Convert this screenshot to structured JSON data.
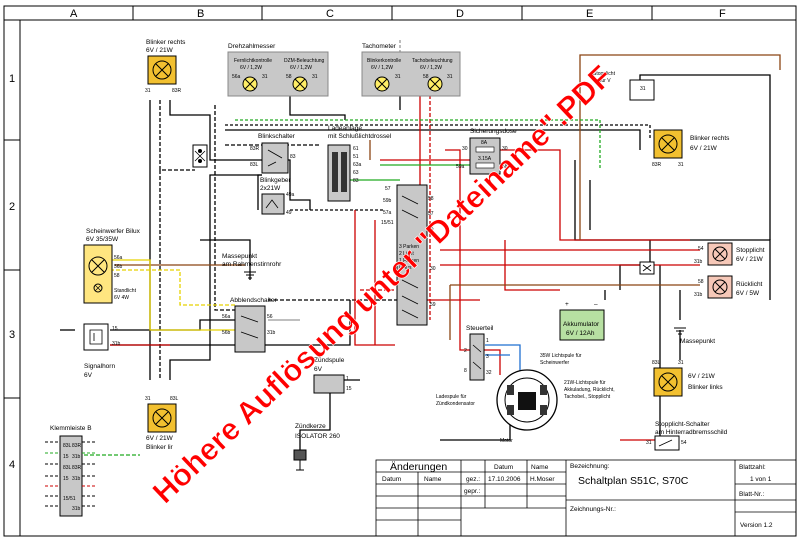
{
  "frame": {
    "columns": [
      "A",
      "B",
      "C",
      "D",
      "E",
      "F"
    ],
    "rows": [
      "1",
      "2",
      "3",
      "4"
    ]
  },
  "components": {
    "blinker_rechts_front": {
      "title": "Blinker rechts",
      "rating": "6V / 21W",
      "pins": [
        "31",
        "83R"
      ]
    },
    "drehzahlmesser": {
      "title": "Drehzahlmesser",
      "lamp1": "Fernlichtkontrolle",
      "lamp1_rating": "6V / 1,2W",
      "lamp2": "DZM-Beleuchtung",
      "lamp2_rating": "6V / 1,2W",
      "pins": [
        "56a",
        "31",
        "58",
        "31"
      ]
    },
    "tachometer": {
      "title": "Tachometer",
      "lamp1": "Blinkerkontrolle",
      "lamp1_rating": "6V / 1,2W",
      "lamp2": "Tachobeleuchtung",
      "lamp2_rating": "6V / 1,2W",
      "pins": [
        "31",
        "58",
        "31"
      ]
    },
    "stopplicht_vorn": {
      "title": "Stopplicht",
      "sub": "für V",
      "pin": "31"
    },
    "blinkschalter": {
      "title": "Blinkschalter",
      "pins": [
        "83R",
        "83",
        "83L"
      ]
    },
    "blinkgeber": {
      "title": "Blinkgeber",
      "rating": "2x21W",
      "pins": [
        "49a",
        "49"
      ]
    },
    "ladeanlage": {
      "title": "Ladeanlage",
      "sub": "mit Schlußlichtdrossel",
      "pins": [
        "61",
        "51",
        "63a",
        "63",
        "83"
      ]
    },
    "sicherungsdose": {
      "title": "Sicherungsdose",
      "fuse1": "8A",
      "fuse2": "3.15A",
      "pins": [
        "30",
        "30",
        "59a",
        "58"
      ]
    },
    "zuendschloss": {
      "pins": [
        "57",
        "59b",
        "57a",
        "15/51",
        "3 Parken",
        "2 Licht",
        "1 Fahren",
        "0 Aus",
        "30",
        "59",
        "58",
        "57",
        "15"
      ]
    },
    "blinker_rechts_rear": {
      "title": "Blinker rechts",
      "rating": "6V / 21W",
      "pins": [
        "83R",
        "31"
      ]
    },
    "scheinwerfer": {
      "title": "Scheinwerfer Bilux",
      "rating": "6V 35/35W",
      "standlicht": "Standlicht",
      "standlicht_rating": "6V 4W",
      "pins": [
        "56a",
        "56b",
        "58"
      ]
    },
    "massepunkt_rahmen": {
      "title": "Massepunkt",
      "sub": "am Rahmenstirnrohr"
    },
    "stopplicht": {
      "title": "Stopplicht",
      "rating": "6V / 21W",
      "pins": [
        "54",
        "31b"
      ]
    },
    "ruecklicht": {
      "title": "Rücklicht",
      "rating": "6V / 5W",
      "pins": [
        "58",
        "31b"
      ]
    },
    "abblendschalter": {
      "title": "Abblendschalter",
      "pins": [
        "56a",
        "56",
        "56b",
        "31b"
      ]
    },
    "akkumulator": {
      "title": "Akkumulator",
      "rating": "6V / 12Ah",
      "plus": "+",
      "minus": "–"
    },
    "massepunkt": {
      "title": "Massepunkt"
    },
    "signalhorn": {
      "title": "Signalhorn",
      "rating": "6V",
      "pins": [
        "15",
        "31b"
      ]
    },
    "steuerteil": {
      "title": "Steuerteil",
      "pins": [
        "1",
        "2",
        "3",
        "8",
        "32"
      ]
    },
    "lichtspule": {
      "title": "35W Lichtspule für",
      "sub": "Scheinwerfer"
    },
    "ladespule": {
      "title": "21W-Lichtspule für",
      "sub": "Akkuladung, Rücklicht,",
      "sub2": "Tachobel., Stopplicht"
    },
    "zuendspule": {
      "title": "Zündspule",
      "rating": "6V",
      "pins": [
        "1",
        "15"
      ]
    },
    "ladespule_kond": {
      "title": "Ladespule für",
      "sub": "Zündkondensator"
    },
    "motor": {
      "title": "Motor"
    },
    "blinker_links_rear": {
      "title": "Blinker links",
      "rating": "6V / 21W",
      "pins": [
        "83L",
        "31"
      ]
    },
    "blinker_links_front": {
      "title": "Blinker lir",
      "rating": "6V / 21W",
      "pins": [
        "31",
        "83L"
      ]
    },
    "zuendkerze": {
      "title": "Zündkerze",
      "sub": "ISOLATOR 260"
    },
    "stopplicht_schalter": {
      "title": "Stopplicht-Schalter",
      "sub": "am Hinterradbremsschild",
      "pins": [
        "31",
        "54"
      ]
    },
    "klemmleiste": {
      "title": "Klemmleiste B",
      "pins": [
        "83L",
        "83R",
        "15",
        "31b",
        "83L",
        "83R",
        "15",
        "31b",
        "15/51",
        "31b"
      ]
    }
  },
  "title_block": {
    "aenderungen": "Änderungen",
    "datum_col": "Datum",
    "name_col": "Name",
    "datum2_col": "Datum",
    "name2_col": "Name",
    "gez_label": "gez.:",
    "gez_date": "17.10.2006",
    "gez_name": "H.Moser",
    "gepr_label": "gepr.:",
    "bez_label": "Bezeichnung:",
    "bez_value": "Schaltplan S51C, S70C",
    "blattzahl_label": "Blattzahl:",
    "blattzahl_value": "1 von 1",
    "blattnr_label": "Blatt-Nr.:",
    "zeichnungsnr_label": "Zeichnungs-Nr.:",
    "version": "Version 1.2"
  },
  "watermark": {
    "text": "Höhere Auflösung unter \"Dateiname\".PDF",
    "color": "#ff0000"
  },
  "wire_colors": {
    "red": "#cc0000",
    "brown": "#8b4513",
    "green": "#22aa22",
    "yellow": "#e6d200",
    "blue": "#1f6fd1",
    "grey": "#999999",
    "black": "#000000",
    "lamp": "#f2c030",
    "battery": "#b7e0a2",
    "meter": "#c8c8c8",
    "stop": "#f6c8b8"
  }
}
